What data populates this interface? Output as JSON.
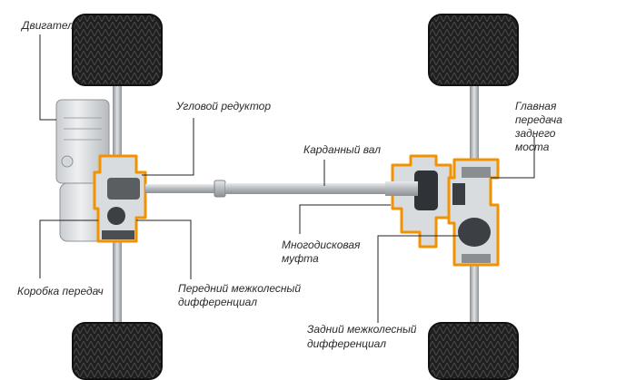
{
  "labels": {
    "engine": "Двигатель",
    "angle_gear": "Угловой редуктор",
    "prop_shaft": "Карданный вал",
    "rear_final_drive_1": "Главная",
    "rear_final_drive_2": "передача",
    "rear_final_drive_3": "заднего",
    "rear_final_drive_4": "моста",
    "multiplate_clutch_1": "Многодисковая",
    "multiplate_clutch_2": "муфта",
    "gearbox": "Коробка передач",
    "front_diff_1": "Передний межколесный",
    "front_diff_2": "дифференциал",
    "rear_diff_1": "Задний межколесный",
    "rear_diff_2": "дифференциал"
  },
  "colors": {
    "highlight": "#f39200",
    "tire": "#1f1f1f",
    "metal": "#a9adb2",
    "leader": "#222222"
  }
}
